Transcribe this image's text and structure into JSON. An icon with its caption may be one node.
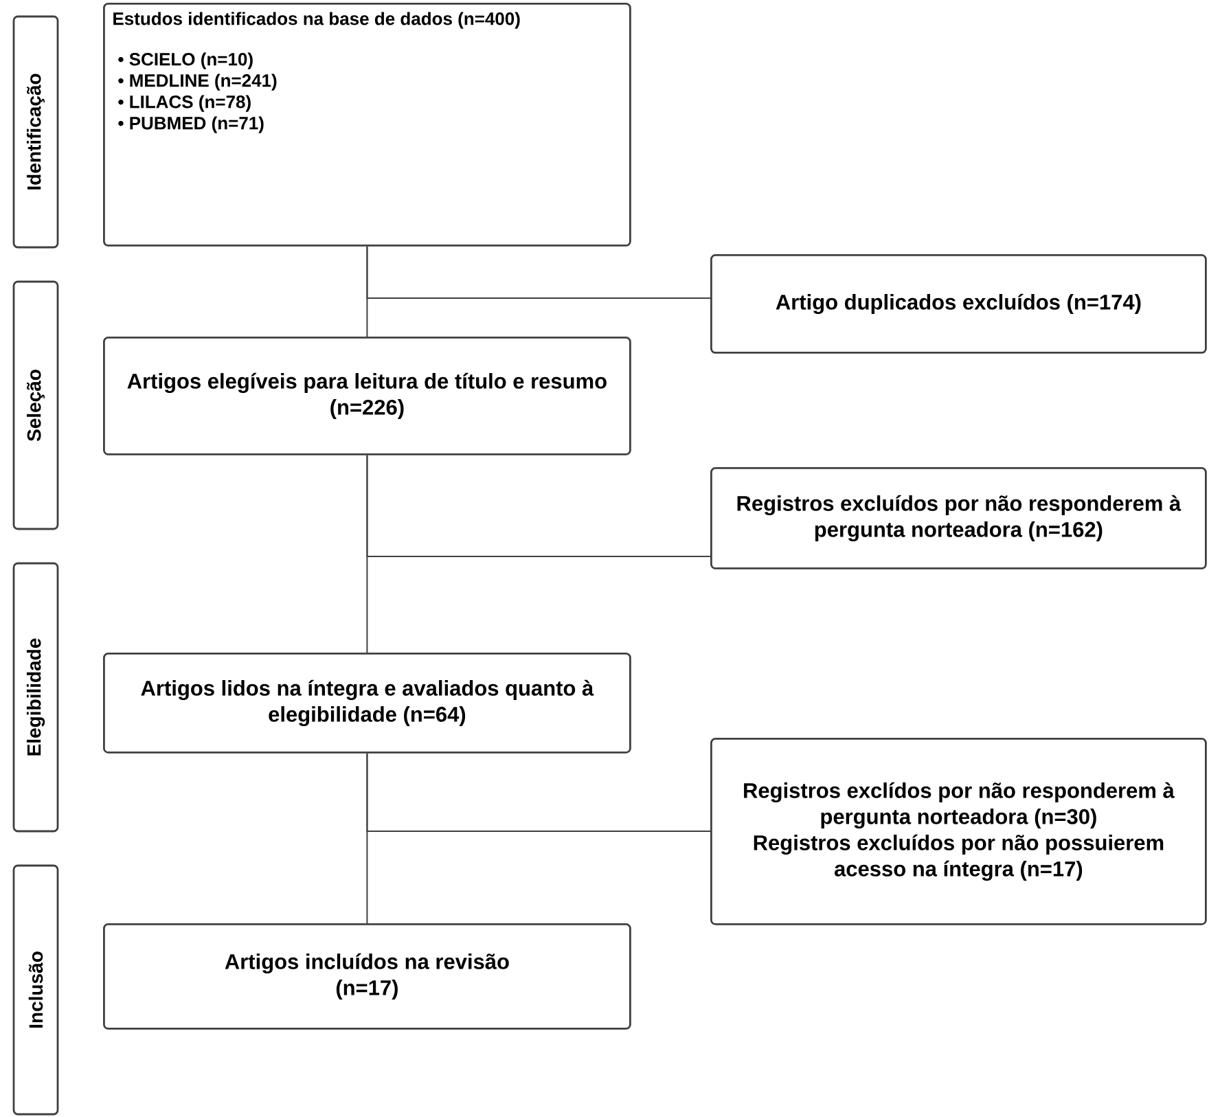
{
  "diagram": {
    "nodes": [
      {
        "text": [
          "Identificação"
        ]
      },
      {
        "text": [
          "Seleção"
        ]
      },
      {
        "text": [
          "Elegibilidade"
        ]
      },
      {
        "text": [
          "Inclusão"
        ]
      },
      {
        "text": [
          "Estudos identificados na base de dados (n=400)",
          "• SCIELO (n=10)",
          "• MEDLINE (n=241)",
          "• LILACS (n=78)",
          "• PUBMED (n=71)"
        ]
      },
      {
        "text": [
          "Artigo duplicados excluídos (n=174)"
        ]
      },
      {
        "text": [
          "Artigos elegíveis para leitura de título e resumo (n=226)"
        ]
      },
      {
        "text": [
          "Registros excluídos por não responderem à pergunta norteadora (n=162)"
        ]
      },
      {
        "text": [
          "Artigos lidos na íntegra e avaliados quanto à elegibilidade (n=64)"
        ]
      },
      {
        "text": [
          "Registros exclídos por não responderem à pergunta norteadora (n=30)",
          "Registros excluídos por não possuierem acesso na íntegra (n=17)"
        ]
      },
      {
        "text": [
          "Artigos incluídos na revisão (n=17)"
        ]
      }
    ],
    "edges": [
      {
        "from": 4,
        "to": 6,
        "arrow": "none"
      },
      {
        "from": 4,
        "to": 5,
        "arrow": "none"
      },
      {
        "from": 6,
        "to": 8,
        "arrow": "none"
      },
      {
        "from": 6,
        "to": 7,
        "arrow": "none"
      },
      {
        "from": 8,
        "to": 10,
        "arrow": "none"
      },
      {
        "from": 8,
        "to": 9,
        "arrow": "none"
      }
    ]
  }
}
